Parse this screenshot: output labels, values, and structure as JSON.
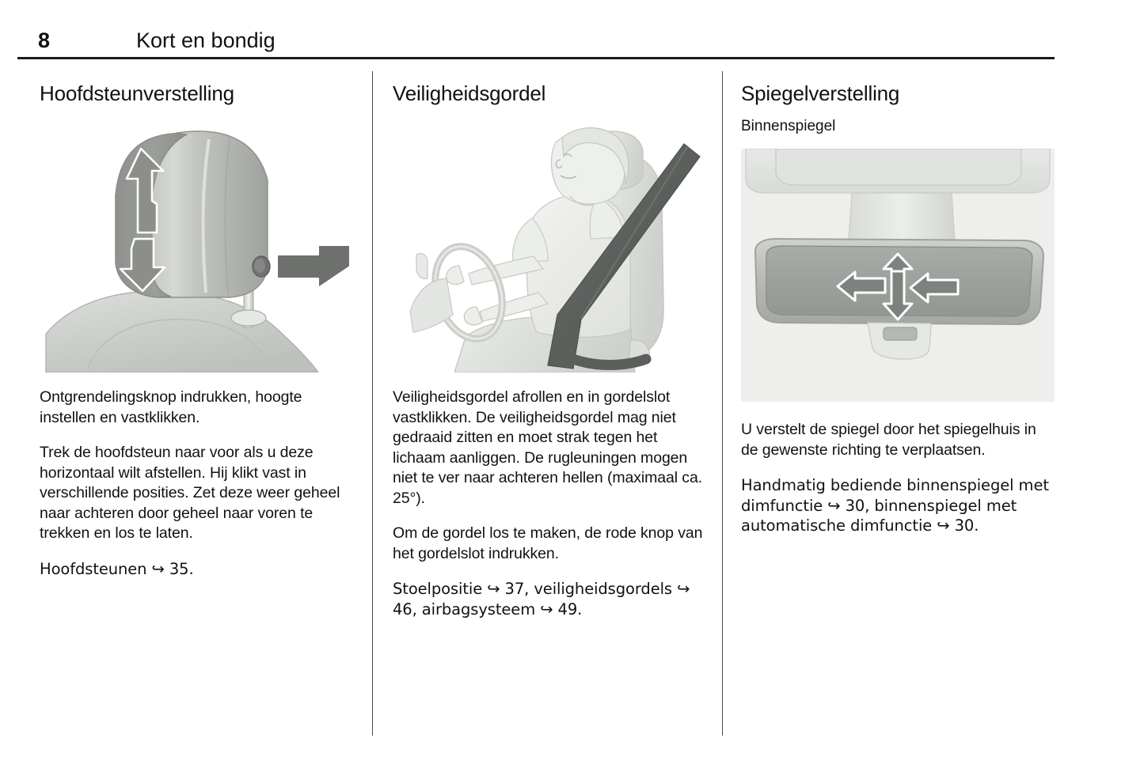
{
  "header": {
    "page_number": "8",
    "chapter_title": "Kort en bondig"
  },
  "columns": [
    {
      "id": "hoofdsteunverstelling",
      "heading": "Hoofdsteunverstelling",
      "figure": {
        "name": "headrest-adjustment-illustration",
        "description": "Autostoel hoofdsteun met omhoog/omlaag pijlen en ontgrendelingsknop",
        "arrows": [
          "up",
          "down",
          "press-release-button"
        ]
      },
      "paragraphs": [
        "Ontgrendelingsknop indrukken, hoogte instellen en vastklikken.",
        "Trek de hoofdsteun naar voor als u deze horizontaal wilt afstellen. Hij klikt vast in verschillende posities. Zet deze weer geheel naar achteren door geheel naar voren te trekken en los te laten.",
        "Hoofdsteunen ↪ 35."
      ]
    },
    {
      "id": "veiligheidsgordel",
      "heading": "Veiligheidsgordel",
      "figure": {
        "name": "seatbelt-illustration",
        "description": "Bestuurder met omgedane veiligheidsgordel achter het stuurwiel"
      },
      "paragraphs": [
        "Veiligheidsgordel afrollen en in gordelslot vastklikken. De veiligheidsgordel mag niet gedraaid zitten en moet strak tegen het lichaam aanliggen. De rugleuningen mogen niet te ver naar achteren hellen (maximaal ca. 25°).",
        "Om de gordel los te maken, de rode knop van het gordelslot indrukken.",
        "Stoelpositie ↪ 37, veiligheidsgordels ↪ 46, airbagsysteem ↪ 49."
      ]
    },
    {
      "id": "spiegelverstelling",
      "heading": "Spiegelverstelling",
      "subheading": "Binnenspiegel",
      "figure": {
        "name": "interior-mirror-illustration",
        "description": "Binnenspiegel met vier richtingspijlen",
        "arrows": [
          "up",
          "down",
          "left",
          "right"
        ]
      },
      "paragraphs": [
        "U verstelt de spiegel door het spiegelhuis in de gewenste richting te verplaatsen.",
        "Handmatig bediende binnenspiegel met dimfunctie ↪ 30, binnenspiegel met automatische dimfunctie ↪ 30."
      ]
    }
  ],
  "colors": {
    "text": "#111111",
    "rule": "#1b1b1f",
    "divider": "#4a4a4a",
    "figure_panel": "#eeeeec",
    "headrest_dark": "#8d8f8c",
    "headrest_light": "#c2c4c0",
    "belt_dark": "#5e6260",
    "mirror_glass": "#9fa3a0"
  }
}
